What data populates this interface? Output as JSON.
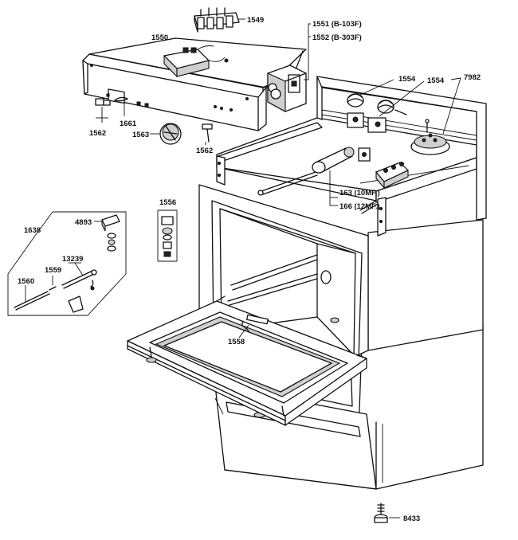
{
  "callouts": {
    "p1549": "1549",
    "p1550": "1550",
    "p1551": "1551 (B-103F)",
    "p1552": "1552 (B-303F)",
    "p1554a": "1554",
    "p1554b": "1554",
    "p7982": "7982",
    "p1562a": "1562",
    "p1661": "1661",
    "p1563": "1563",
    "p1562b": "1562",
    "p163": "163 (10MF.)",
    "p166": "166 (12MF.)",
    "p1556": "1556",
    "p1638": "1638",
    "p4893": "4893",
    "p13239": "13239",
    "p1559": "1559",
    "p1560": "1560",
    "p1558": "1558",
    "p8433": "8433"
  }
}
